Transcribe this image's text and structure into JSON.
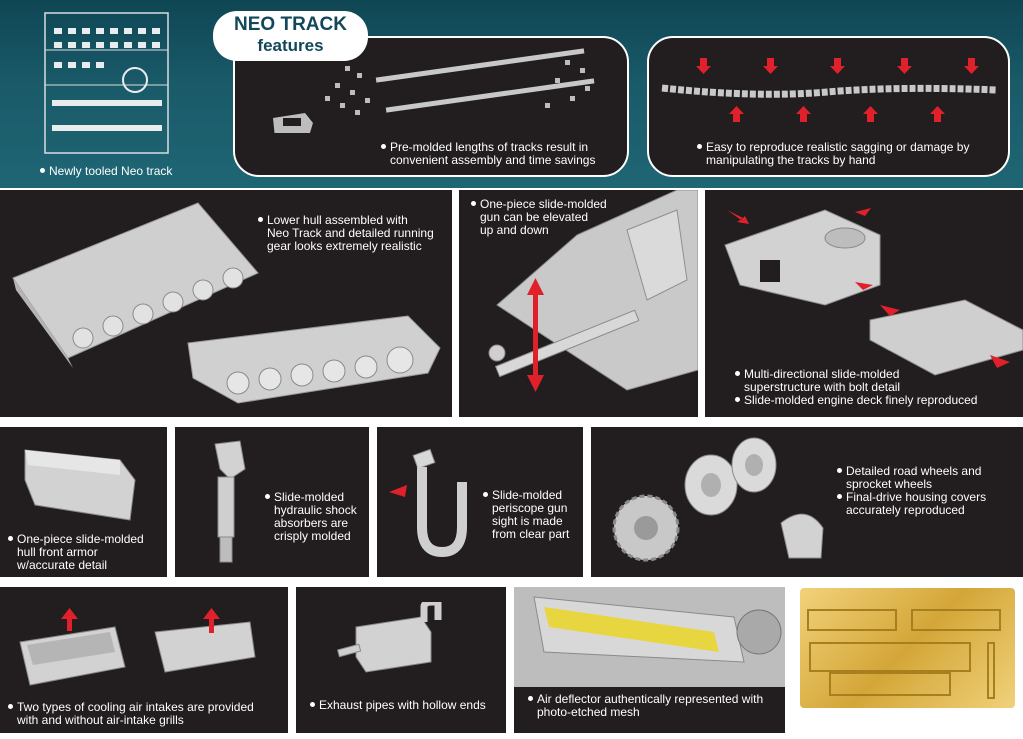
{
  "header": {
    "badge_line1": "NEO TRACK",
    "badge_line2": "features",
    "sprue_caption": "Newly tooled Neo track",
    "box1_caption_l1": "Pre-molded lengths of tracks result in",
    "box1_caption_l2": "convenient assembly and time savings",
    "box2_caption_l1": "Easy to reproduce realistic sagging or damage by",
    "box2_caption_l2": "manipulating the tracks by hand"
  },
  "features": {
    "lower_hull": [
      "Lower hull assembled with",
      "Neo Track and detailed running",
      "gear looks extremely realistic"
    ],
    "gun": [
      "One-piece slide-molded",
      "gun can be elevated",
      "up and down"
    ],
    "superstructure": [
      "Multi-directional slide-molded",
      "superstructure with bolt detail"
    ],
    "engine_deck": [
      "Slide-molded engine deck finely reproduced"
    ],
    "front_armor": [
      "One-piece slide-molded",
      "hull front armor",
      "w/accurate detail"
    ],
    "shock_absorbers": [
      "Slide-molded",
      "hydraulic shock",
      "absorbers are",
      "crisply molded"
    ],
    "periscope": [
      "Slide-molded",
      "periscope gun",
      "sight is made",
      "from clear part"
    ],
    "road_wheels": [
      "Detailed road wheels and",
      "sprocket wheels"
    ],
    "final_drive": [
      "Final-drive housing covers",
      "accurately reproduced"
    ],
    "cooling_intakes": [
      "Two types of cooling air intakes are provided",
      "with and without air-intake grills"
    ],
    "exhaust": [
      "Exhaust pipes with hollow ends"
    ],
    "air_deflector": [
      "Air deflector authentically represented with",
      "photo-etched mesh"
    ]
  },
  "colors": {
    "header_bg": "#1a5a69",
    "panel_bg": "#221d1e",
    "badge_text": "#12485a",
    "arrow_red": "#e0202a",
    "part_grey": "#c8c8c8",
    "photo_etch_gold": "#d4a638",
    "mesh_yellow": "#e8d640"
  }
}
